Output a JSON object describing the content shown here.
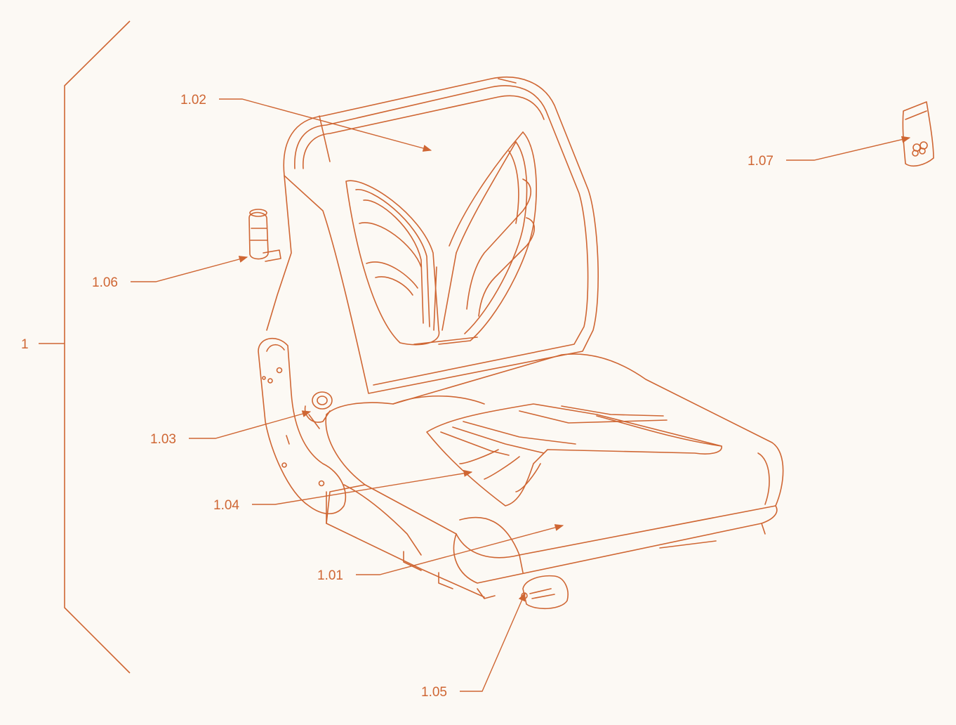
{
  "colors": {
    "background": "#fcf9f4",
    "line": "#cf6633"
  },
  "assembly": {
    "label": "1"
  },
  "callouts": [
    {
      "id": "seat-cushion",
      "label": "1.01"
    },
    {
      "id": "backrest",
      "label": "1.02"
    },
    {
      "id": "backrest-adjuster-knob",
      "label": "1.03"
    },
    {
      "id": "seat-base-cover",
      "label": "1.04"
    },
    {
      "id": "slide-adjust-lever",
      "label": "1.05"
    },
    {
      "id": "hand-grip",
      "label": "1.06"
    },
    {
      "id": "hardware-bag",
      "label": "1.07"
    }
  ]
}
